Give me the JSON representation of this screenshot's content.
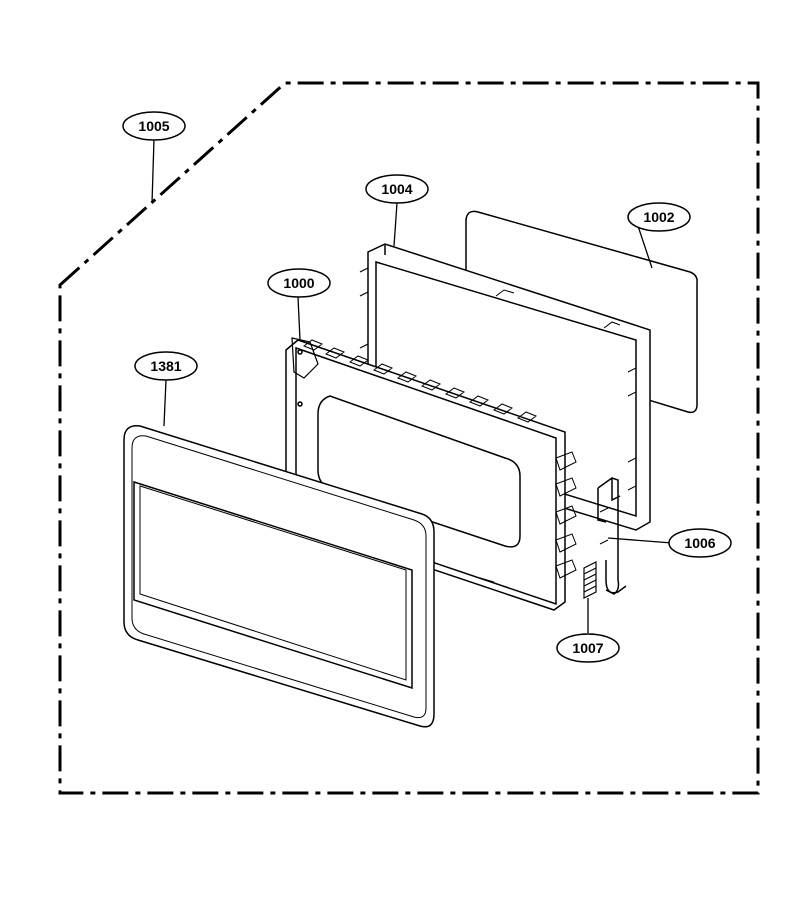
{
  "callouts": {
    "c1005": "1005",
    "c1004": "1004",
    "c1002": "1002",
    "c1000": "1000",
    "c1381": "1381",
    "c1006": "1006",
    "c1007": "1007"
  },
  "colors": {
    "stroke": "#000000",
    "background": "#ffffff"
  }
}
